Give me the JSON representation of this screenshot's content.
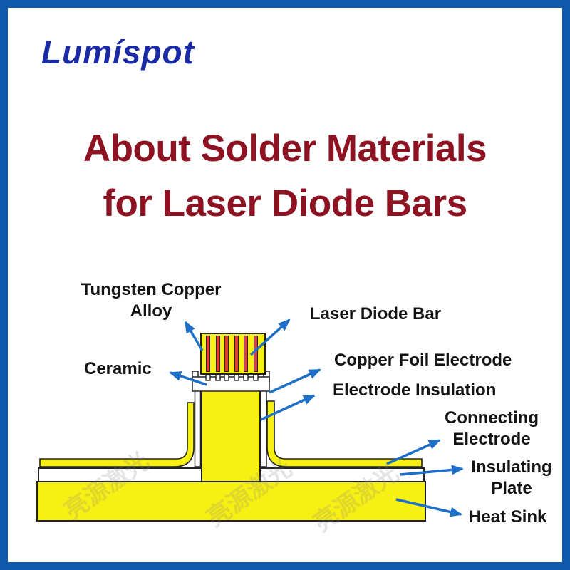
{
  "logo": {
    "text": "Lumíspot",
    "color": "#1A2BA5"
  },
  "title": {
    "line1": "About Solder Materials",
    "line2": "for Laser Diode Bars",
    "color": "#8D1323"
  },
  "diagram": {
    "labels": {
      "tungsten_line1": "Tungsten Copper",
      "tungsten_line2": "Alloy",
      "ceramic": "Ceramic",
      "laser_diode_bar": "Laser Diode Bar",
      "copper_foil_electrode": "Copper Foil Electrode",
      "electrode_insulation": "Electrode Insulation",
      "connecting_line1": "Connecting",
      "connecting_line2": "Electrode",
      "insulating_line1": "Insulating",
      "insulating_line2": "Plate",
      "heat_sink": "Heat Sink"
    },
    "colors": {
      "component_yellow": "#F7F013",
      "diode_red": "#E13C3C",
      "arrow_blue": "#1D6FC7",
      "outline_black": "#222222",
      "frame_blue": "#1159AE",
      "insulator_white": "#FFFFFF"
    },
    "watermark": {
      "text": "亮源激光"
    }
  }
}
